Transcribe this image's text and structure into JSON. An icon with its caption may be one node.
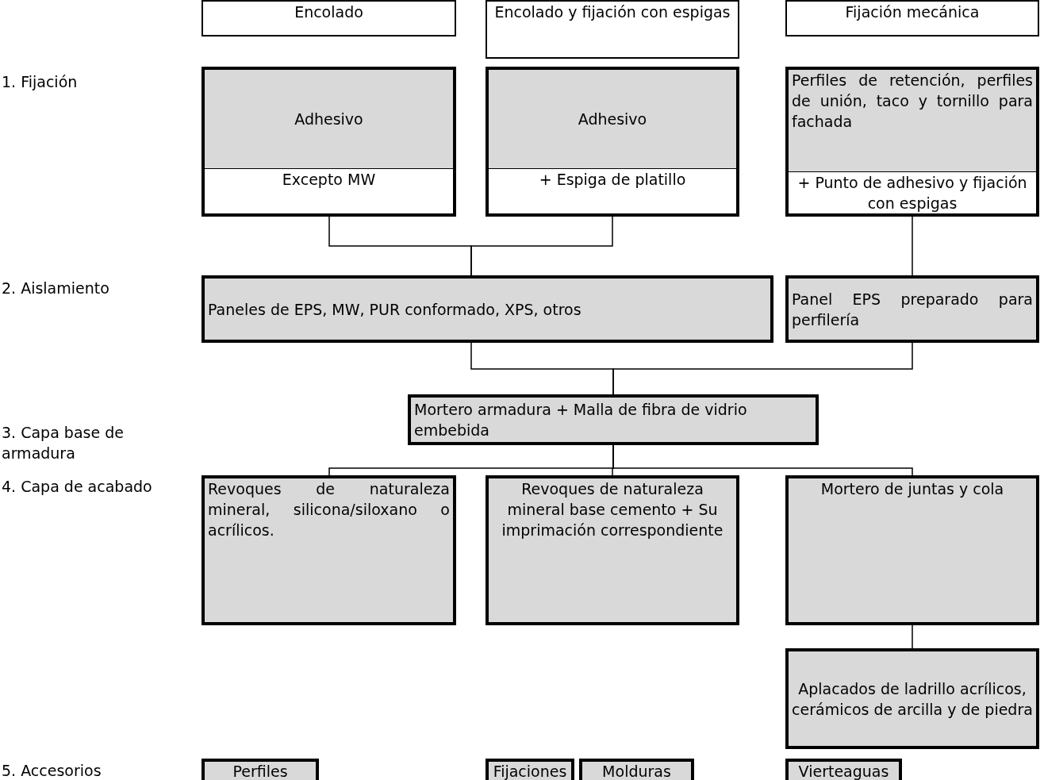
{
  "diagram": {
    "nodes": [
      {
        "text": [
          "Encolado"
        ]
      },
      {
        "text": [
          "Encolado y fijación con espigas"
        ]
      },
      {
        "text": [
          "Fijación mecánica"
        ]
      },
      {
        "text": [
          "Adhesivo",
          "Excepto MW"
        ]
      },
      {
        "text": [
          "Adhesivo",
          "+ Espiga de platillo"
        ]
      },
      {
        "text": [
          "Perfiles de retención, perfiles de unión, taco y tornillo para fachada",
          "+ Punto de adhesivo y fijación con espigas"
        ]
      },
      {
        "text": [
          "Paneles de EPS, MW, PUR conformado, XPS, otros"
        ]
      },
      {
        "text": [
          "Panel EPS preparado para perfilería"
        ]
      },
      {
        "text": [
          "Mortero armadura + Malla de fibra de vidrio embebida"
        ]
      },
      {
        "text": [
          "Revoques de naturaleza mineral, silicona/siloxano o acrílicos."
        ]
      },
      {
        "text": [
          "Revoques de naturaleza mineral base cemento + Su imprimación correspondiente"
        ]
      },
      {
        "text": [
          "Mortero de juntas y cola"
        ]
      },
      {
        "text": [
          "Aplacados de ladrillo acrílicos, cerámicos de arcilla y de piedra"
        ]
      },
      {
        "text": [
          "Perfiles"
        ]
      },
      {
        "text": [
          "Fijaciones"
        ]
      },
      {
        "text": [
          "Molduras"
        ]
      },
      {
        "text": [
          "Vierteaguas"
        ]
      }
    ],
    "edges": [
      {
        "from": 3,
        "to": 6,
        "arrow": "none"
      },
      {
        "from": 4,
        "to": 6,
        "arrow": "none"
      },
      {
        "from": 5,
        "to": 7,
        "arrow": "none"
      },
      {
        "from": 6,
        "to": 8,
        "arrow": "none"
      },
      {
        "from": 7,
        "to": 8,
        "arrow": "none"
      },
      {
        "from": 8,
        "to": 9,
        "arrow": "none"
      },
      {
        "from": 8,
        "to": 10,
        "arrow": "none"
      },
      {
        "from": 8,
        "to": 11,
        "arrow": "none"
      },
      {
        "from": 11,
        "to": 12,
        "arrow": "none"
      }
    ],
    "labels": [
      "1. Fijación",
      "2. Aislamiento",
      "3. Capa base de armadura",
      "4. Capa de acabado",
      "5. Accesorios"
    ]
  }
}
